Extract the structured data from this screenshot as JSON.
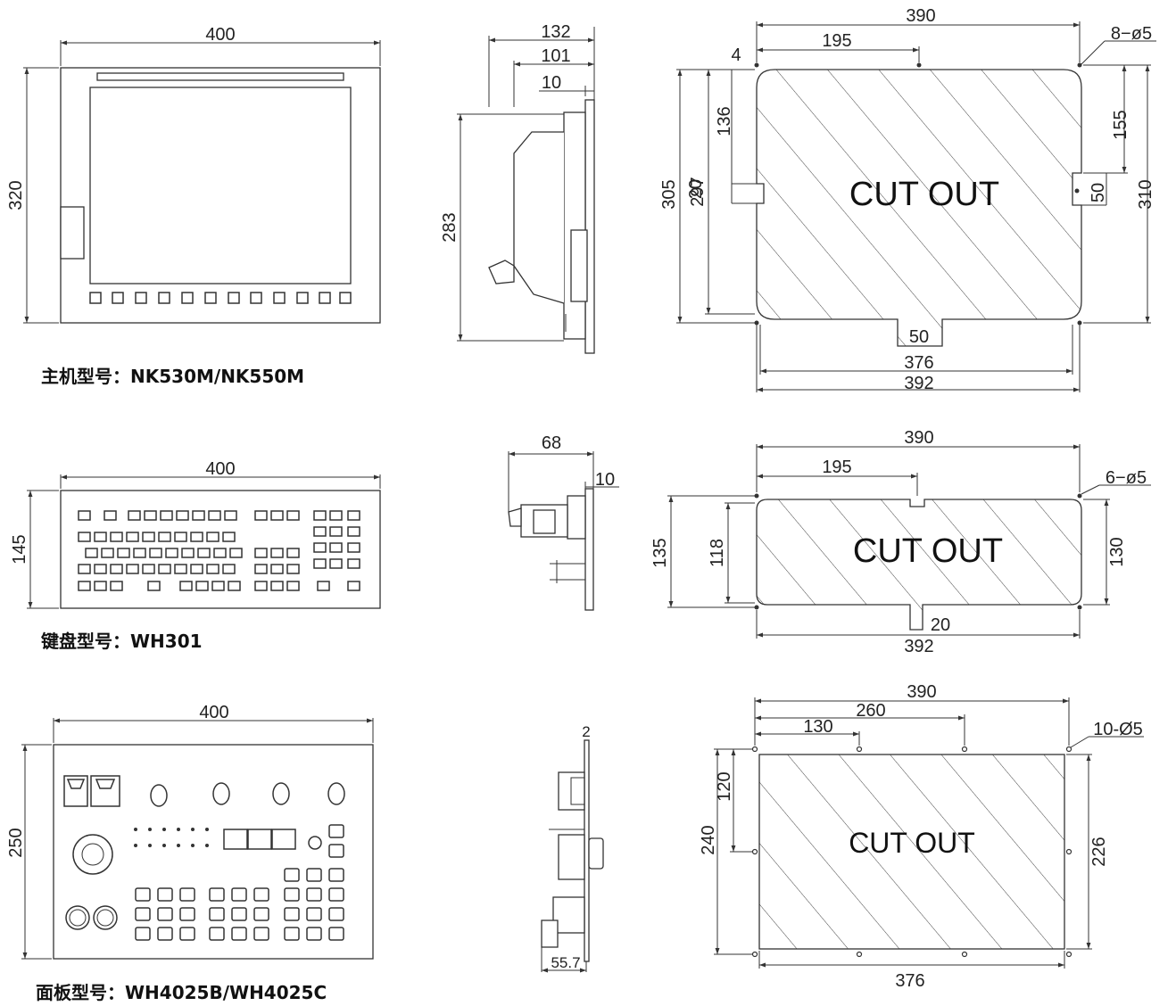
{
  "captions": {
    "host": "主机型号：NK530M/NK550M",
    "keyboard": "键盘型号：WH301",
    "panel": "面板型号：WH4025B/WH4025C"
  },
  "host_front": {
    "width": "400",
    "height": "320"
  },
  "host_side": {
    "depth_total": "132",
    "depth_body": "101",
    "flange": "10",
    "height": "283"
  },
  "host_cutout": {
    "label": "CUT OUT",
    "width_top": "390",
    "half": "195",
    "offset": "4",
    "holes": "8−ø5",
    "left_upper": "136",
    "left_notch": "20",
    "left_inner": "297",
    "left_outer": "305",
    "right_upper": "155",
    "right_notch": "50",
    "right_outer": "310",
    "bottom_notch": "50",
    "bottom_inner": "376",
    "bottom_outer": "392"
  },
  "keyboard_front": {
    "width": "400",
    "height": "145"
  },
  "keyboard_side": {
    "depth": "68",
    "flange": "10"
  },
  "keyboard_cutout": {
    "label": "CUT OUT",
    "width_top": "390",
    "half": "195",
    "holes": "6−ø5",
    "left_outer": "135",
    "left_inner": "118",
    "right_outer": "130",
    "bottom_notch": "20",
    "bottom_outer": "392"
  },
  "panel_front": {
    "width": "400",
    "height": "250"
  },
  "panel_side": {
    "flange": "2",
    "depth": "55.7"
  },
  "panel_cutout": {
    "label": "CUT OUT",
    "width_top": "390",
    "mid": "260",
    "left": "130",
    "holes": "10-Ø5",
    "left_upper": "120",
    "left_outer": "240",
    "right_inner": "226",
    "bottom": "376"
  }
}
